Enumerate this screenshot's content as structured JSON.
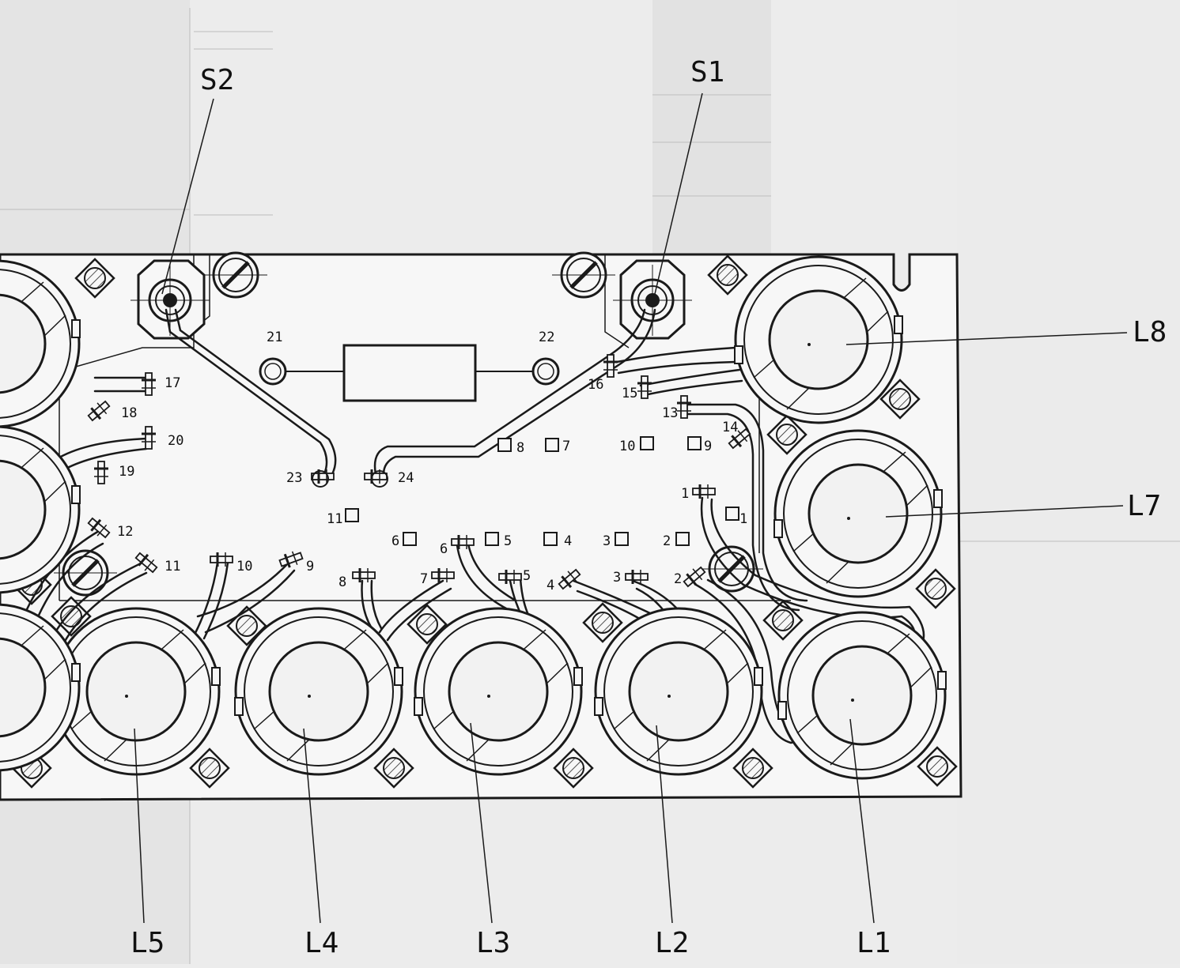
{
  "colors": {
    "paper": "#ececec",
    "board": "#f7f7f7",
    "ink": "#1a1a1a"
  },
  "callouts": {
    "S1": "S1",
    "S2": "S2",
    "L1": "L1",
    "L2": "L2",
    "L3": "L3",
    "L4": "L4",
    "L5": "L5",
    "L7": "L7",
    "L8": "L8"
  },
  "pads": {
    "p1": "1",
    "p2": "2",
    "p3": "3",
    "p4": "4",
    "p5": "5",
    "p6": "6",
    "p7": "7",
    "p8": "8",
    "p9": "9",
    "p10": "10",
    "p11": "11"
  },
  "terminals": {
    "t1": "1",
    "t2": "2",
    "t3": "3",
    "t4": "4",
    "t5": "5",
    "t6": "6",
    "t7": "7",
    "t8": "8",
    "t9": "9",
    "t10": "10",
    "t11": "11",
    "t12": "12",
    "t13": "13",
    "t14": "14",
    "t15": "15",
    "t16": "16",
    "t17": "17",
    "t18": "18",
    "t19": "19",
    "t20": "20",
    "t21": "21",
    "t22": "22",
    "t23": "23",
    "t24": "24"
  }
}
